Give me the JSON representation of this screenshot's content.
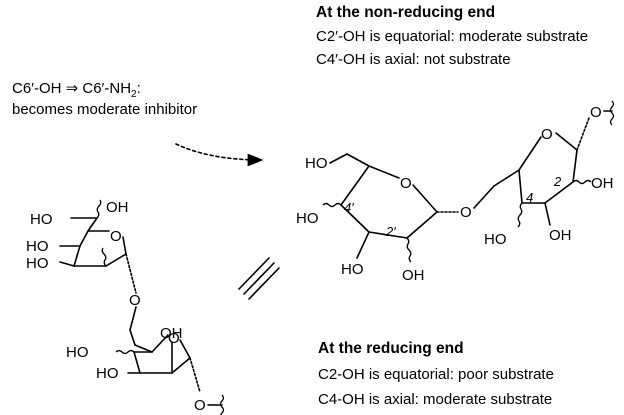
{
  "non_reducing": {
    "heading": "At the non-reducing end",
    "line1": "C2′-OH is equatorial: moderate substrate",
    "line2": "C4′-OH is axial: not substrate"
  },
  "modification": {
    "line1_prefix": "C6′-OH ⇒ C6′-NH",
    "line1_sub": "2",
    "line1_suffix": ":",
    "line2": "becomes moderate inhibitor"
  },
  "reducing": {
    "heading": "At the reducing end",
    "line1": "C2-OH is equatorial: poor substrate",
    "line2": "C4-OH is axial: moderate substrate"
  },
  "atoms": {
    "O": "O",
    "HO": "HO",
    "OH": "OH",
    "pos_4p": "4′",
    "pos_2p": "2′",
    "pos_4": "4",
    "pos_2": "2"
  }
}
